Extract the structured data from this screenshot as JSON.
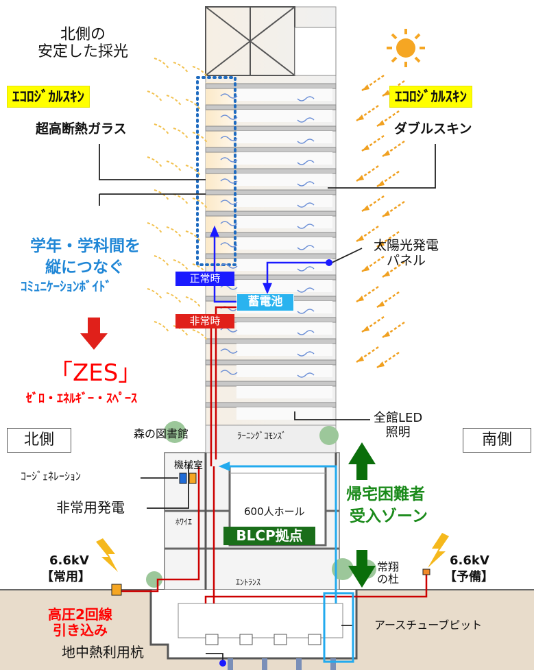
{
  "colors": {
    "blue_line": "#1a1aff",
    "red_line": "#cc0000",
    "cyan_line": "#22aaee",
    "green": "#1a6e1a",
    "green_arrow": "#0a6e0a",
    "label_red": "#ff0000",
    "label_blue": "#1f86d6",
    "yellow": "#ffff00",
    "ground": "#e8dccb",
    "sun": "#f5a623"
  },
  "labels": {
    "north_light": "北側の\n安定した採光",
    "eco_skin_left": "ｴｺﾛｼﾞｶﾙｽｷﾝ",
    "eco_skin_right": "ｴｺﾛｼﾞｶﾙｽｷﾝ",
    "super_glass": "超高断熱ガラス",
    "double_skin": "ダブルスキン",
    "void_1": "学年・学科間を",
    "void_2": "縦につなぐ",
    "void_3": "ｺﾐｭﾆｹｰｼｮﾝﾎﾞｲﾄﾞ",
    "solar_panel": "太陽光発電\nパネル",
    "normal": "正常時",
    "emergency": "非常時",
    "battery": "蓄電池",
    "zes": "「ZES」",
    "zes_sub": "ｾﾞﾛ・ｴﾈﾙｷﾞｰ・ｽﾍﾟｰｽ",
    "led": "全館LED\n照明",
    "north": "北側",
    "south": "南側",
    "forest_library": "森の図書館",
    "learning_commons": "ﾗｰﾆﾝｸﾞｺﾓﾝｽﾞ",
    "machine_room": "機械室",
    "cogeneration": "ｺｰｼﾞｪﾈﾚｰｼｮﾝ",
    "emergency_power": "非常用発電",
    "hall": "600人ホール",
    "foyer": "ﾎﾜｲｴ",
    "blcp": "BLCP拠点",
    "refugee_1": "帰宅困難者",
    "refugee_2": "受入ゾーン",
    "kv_left": "6.6kV",
    "kv_left_sub": "【常用】",
    "kv_right": "6.6kV",
    "kv_right_sub": "【予備】",
    "jousho": "常翔\nの杜",
    "entrance": "ｴﾝﾄﾗﾝｽ",
    "high_voltage": "高圧2回線\n引き込み",
    "earth_tube": "アースチューブピット",
    "geothermal": "地中熱利用杭"
  },
  "icons": [
    "sun-icon",
    "lightning-icon",
    "arrow-down-icon",
    "arrow-up-icon",
    "tree-icon",
    "wind-icon"
  ]
}
